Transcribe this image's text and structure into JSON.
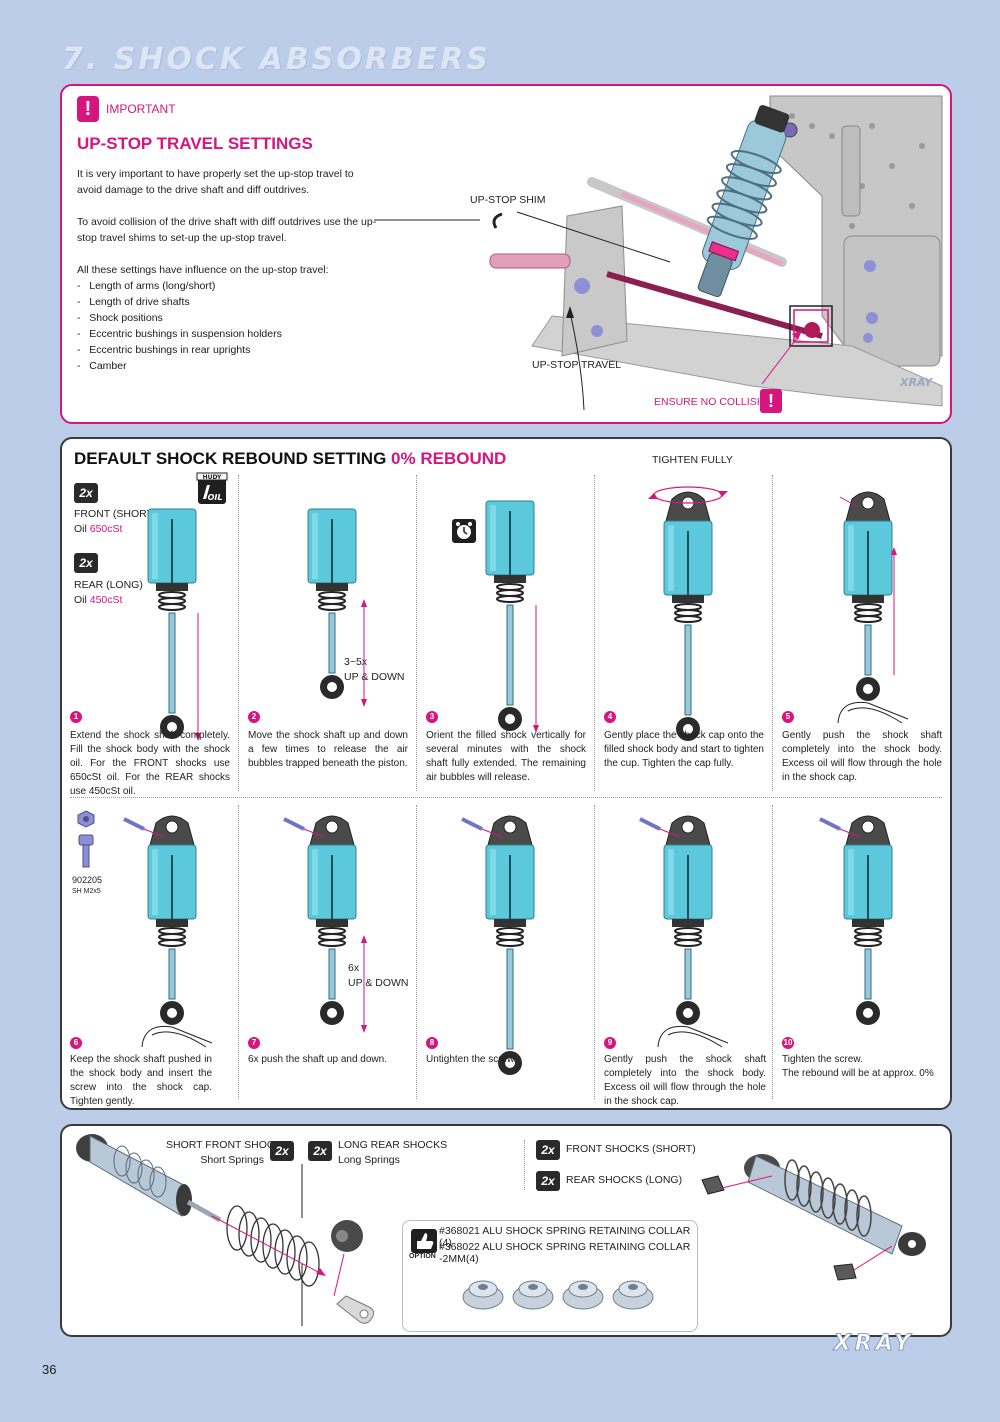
{
  "page": {
    "title": "7. SHOCK ABSORBERS",
    "number": "36",
    "logo_text": "XRAY"
  },
  "important": {
    "badge": "!",
    "label": "IMPORTANT",
    "title": "UP-STOP TRAVEL SETTINGS",
    "para1": "It is very important to have properly set the up-stop travel to avoid damage to the drive shaft and diff outdrives.",
    "para2": "To avoid collision of the drive shaft with diff outdrives use the up-stop travel shims to set-up the up-stop travel.",
    "para3": "All these settings have influence on the up-stop travel:",
    "list": [
      "Length of arms (long/short)",
      "Length of drive shafts",
      "Shock positions",
      "Eccentric bushings in suspension holders",
      "Eccentric bushings in rear uprights",
      "Camber"
    ],
    "callout_shim": "UP-STOP SHIM",
    "callout_travel": "UP-STOP TRAVEL",
    "callout_collision": "ENSURE NO COLLISION",
    "chassis_text": "XRAY"
  },
  "rebound": {
    "title_main": "DEFAULT SHOCK REBOUND SETTING ",
    "title_highlight": "0% REBOUND",
    "tighten_fully": "TIGHTEN FULLY",
    "hudy_oil_top": "HUDY",
    "hudy_oil_bottom": "OIL",
    "badge_2x": "2x",
    "front_label": "FRONT (SHORT)",
    "front_oil_prefix": "Oil ",
    "front_oil_value": "650cSt",
    "rear_label": "REAR (LONG)",
    "rear_oil_prefix": "Oil ",
    "rear_oil_value": "450cSt",
    "step2_count": "3~5x",
    "step2_motion": "UP & DOWN",
    "step7_count": "6x",
    "step7_motion": "UP & DOWN",
    "screw_part": "902205",
    "screw_spec": "SH M2x5",
    "steps": [
      {
        "num": "1",
        "text": "Extend the shock shaft completely. Fill the shock body with the shock oil. For the FRONT shocks use 650cSt oil. For the REAR shocks use 450cSt oil."
      },
      {
        "num": "2",
        "text": "Move the shock shaft up and down a few times to release the air bubbles trapped beneath the piston."
      },
      {
        "num": "3",
        "text": "Orient the filled shock vertically for several minutes with the shock shaft fully extended. The remaining air bubbles will release."
      },
      {
        "num": "4",
        "text": "Gently place the shock cap onto the filled shock body and start to tighten the cup. Tighten the cap fully."
      },
      {
        "num": "5",
        "text": "Gently push the shock shaft completely into the shock body. Excess oil will flow through the hole in the shock cap."
      },
      {
        "num": "6",
        "text": "Keep the shock shaft pushed in the shock body and insert the screw into the shock cap. Tighten gently."
      },
      {
        "num": "7",
        "text": "6x push the shaft up and down."
      },
      {
        "num": "8",
        "text": "Untighten the screw."
      },
      {
        "num": "9",
        "text": "Gently push the shock shaft completely into the shock body. Excess oil will flow through the hole in the shock cap."
      },
      {
        "num": "10",
        "text": "Tighten the screw.\nThe rebound will be at approx. 0%"
      }
    ]
  },
  "springs": {
    "short_front_label": "SHORT FRONT SHOCKS",
    "short_front_sub": "Short Springs",
    "long_rear_label": "LONG REAR SHOCKS",
    "long_rear_sub": "Long Springs",
    "badge_2x": "2x",
    "front_shocks": "FRONT SHOCKS (SHORT)",
    "rear_shocks": "REAR SHOCKS (LONG)",
    "option_label": "OPTION",
    "option_line1": "#368021 ALU SHOCK SPRING RETAINING COLLAR (4)",
    "option_line2": "#368022 ALU SHOCK SPRING RETAINING COLLAR -2MM(4)"
  },
  "colors": {
    "accent": "#d6157e",
    "background": "#bccde9",
    "shock_blue": "#5cc8dc",
    "dark": "#2a2a2a"
  }
}
